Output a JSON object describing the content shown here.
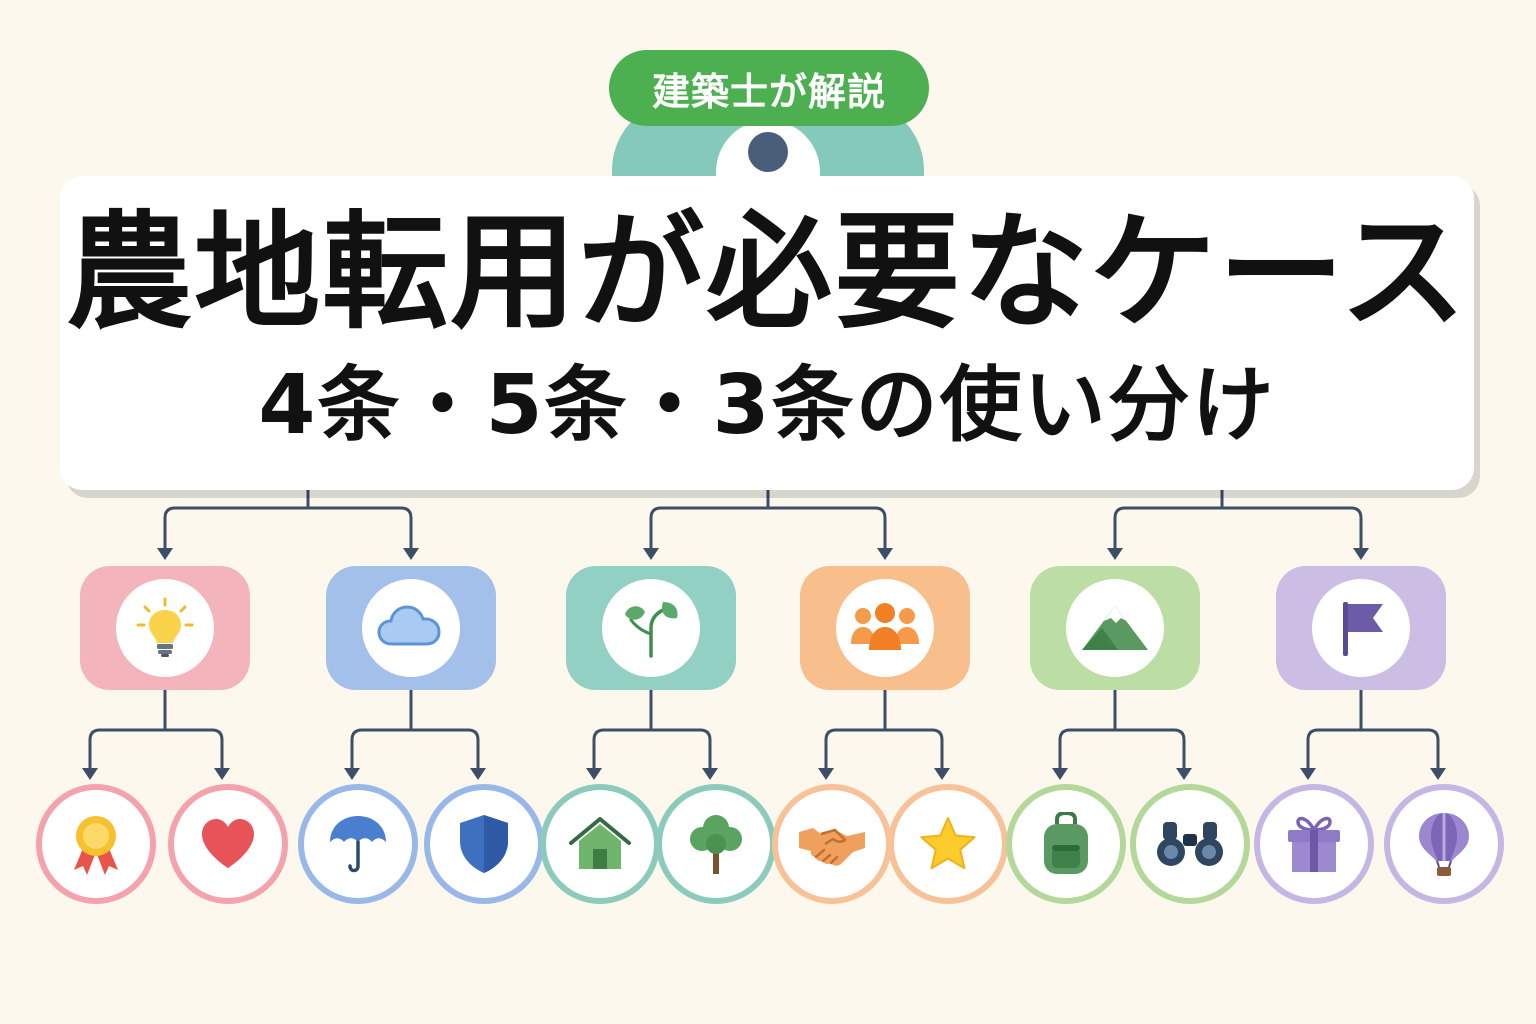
{
  "badge": {
    "label": "建築士が解説",
    "color": "#4caf50"
  },
  "title": {
    "main": "農地転用が必要なケース",
    "sub": "4条・5条・3条の使い分け"
  },
  "root": {
    "icon": "person-icon",
    "color": "#85c9bb"
  },
  "connector_color": "#3d4f66",
  "groups": [
    {
      "color": "#f4b4bb",
      "icon": "lightbulb-icon",
      "children": [
        {
          "icon": "award-ribbon-icon",
          "color": "#f4a3ad"
        },
        {
          "icon": "heart-icon",
          "color": "#f4a3ad"
        }
      ]
    },
    {
      "color": "#a3c0ea",
      "icon": "cloud-icon",
      "children": [
        {
          "icon": "umbrella-icon",
          "color": "#99b8ea"
        },
        {
          "icon": "shield-icon",
          "color": "#99b8ea"
        }
      ]
    },
    {
      "color": "#91d0c3",
      "icon": "sprout-icon",
      "children": [
        {
          "icon": "house-icon",
          "color": "#8ccbbb"
        },
        {
          "icon": "tree-icon",
          "color": "#8ccbbb"
        }
      ]
    },
    {
      "color": "#f8bf8c",
      "icon": "people-group-icon",
      "children": [
        {
          "icon": "handshake-icon",
          "color": "#f7c297"
        },
        {
          "icon": "star-icon",
          "color": "#f7c297"
        }
      ]
    },
    {
      "color": "#bcdda3",
      "icon": "mountain-icon",
      "children": [
        {
          "icon": "backpack-icon",
          "color": "#b3d899"
        },
        {
          "icon": "binoculars-icon",
          "color": "#b3d899"
        }
      ]
    },
    {
      "color": "#cbbde4",
      "icon": "flag-icon",
      "children": [
        {
          "icon": "gift-icon",
          "color": "#c5b7e3"
        },
        {
          "icon": "hot-air-balloon-icon",
          "color": "#c5b7e3"
        }
      ]
    }
  ]
}
